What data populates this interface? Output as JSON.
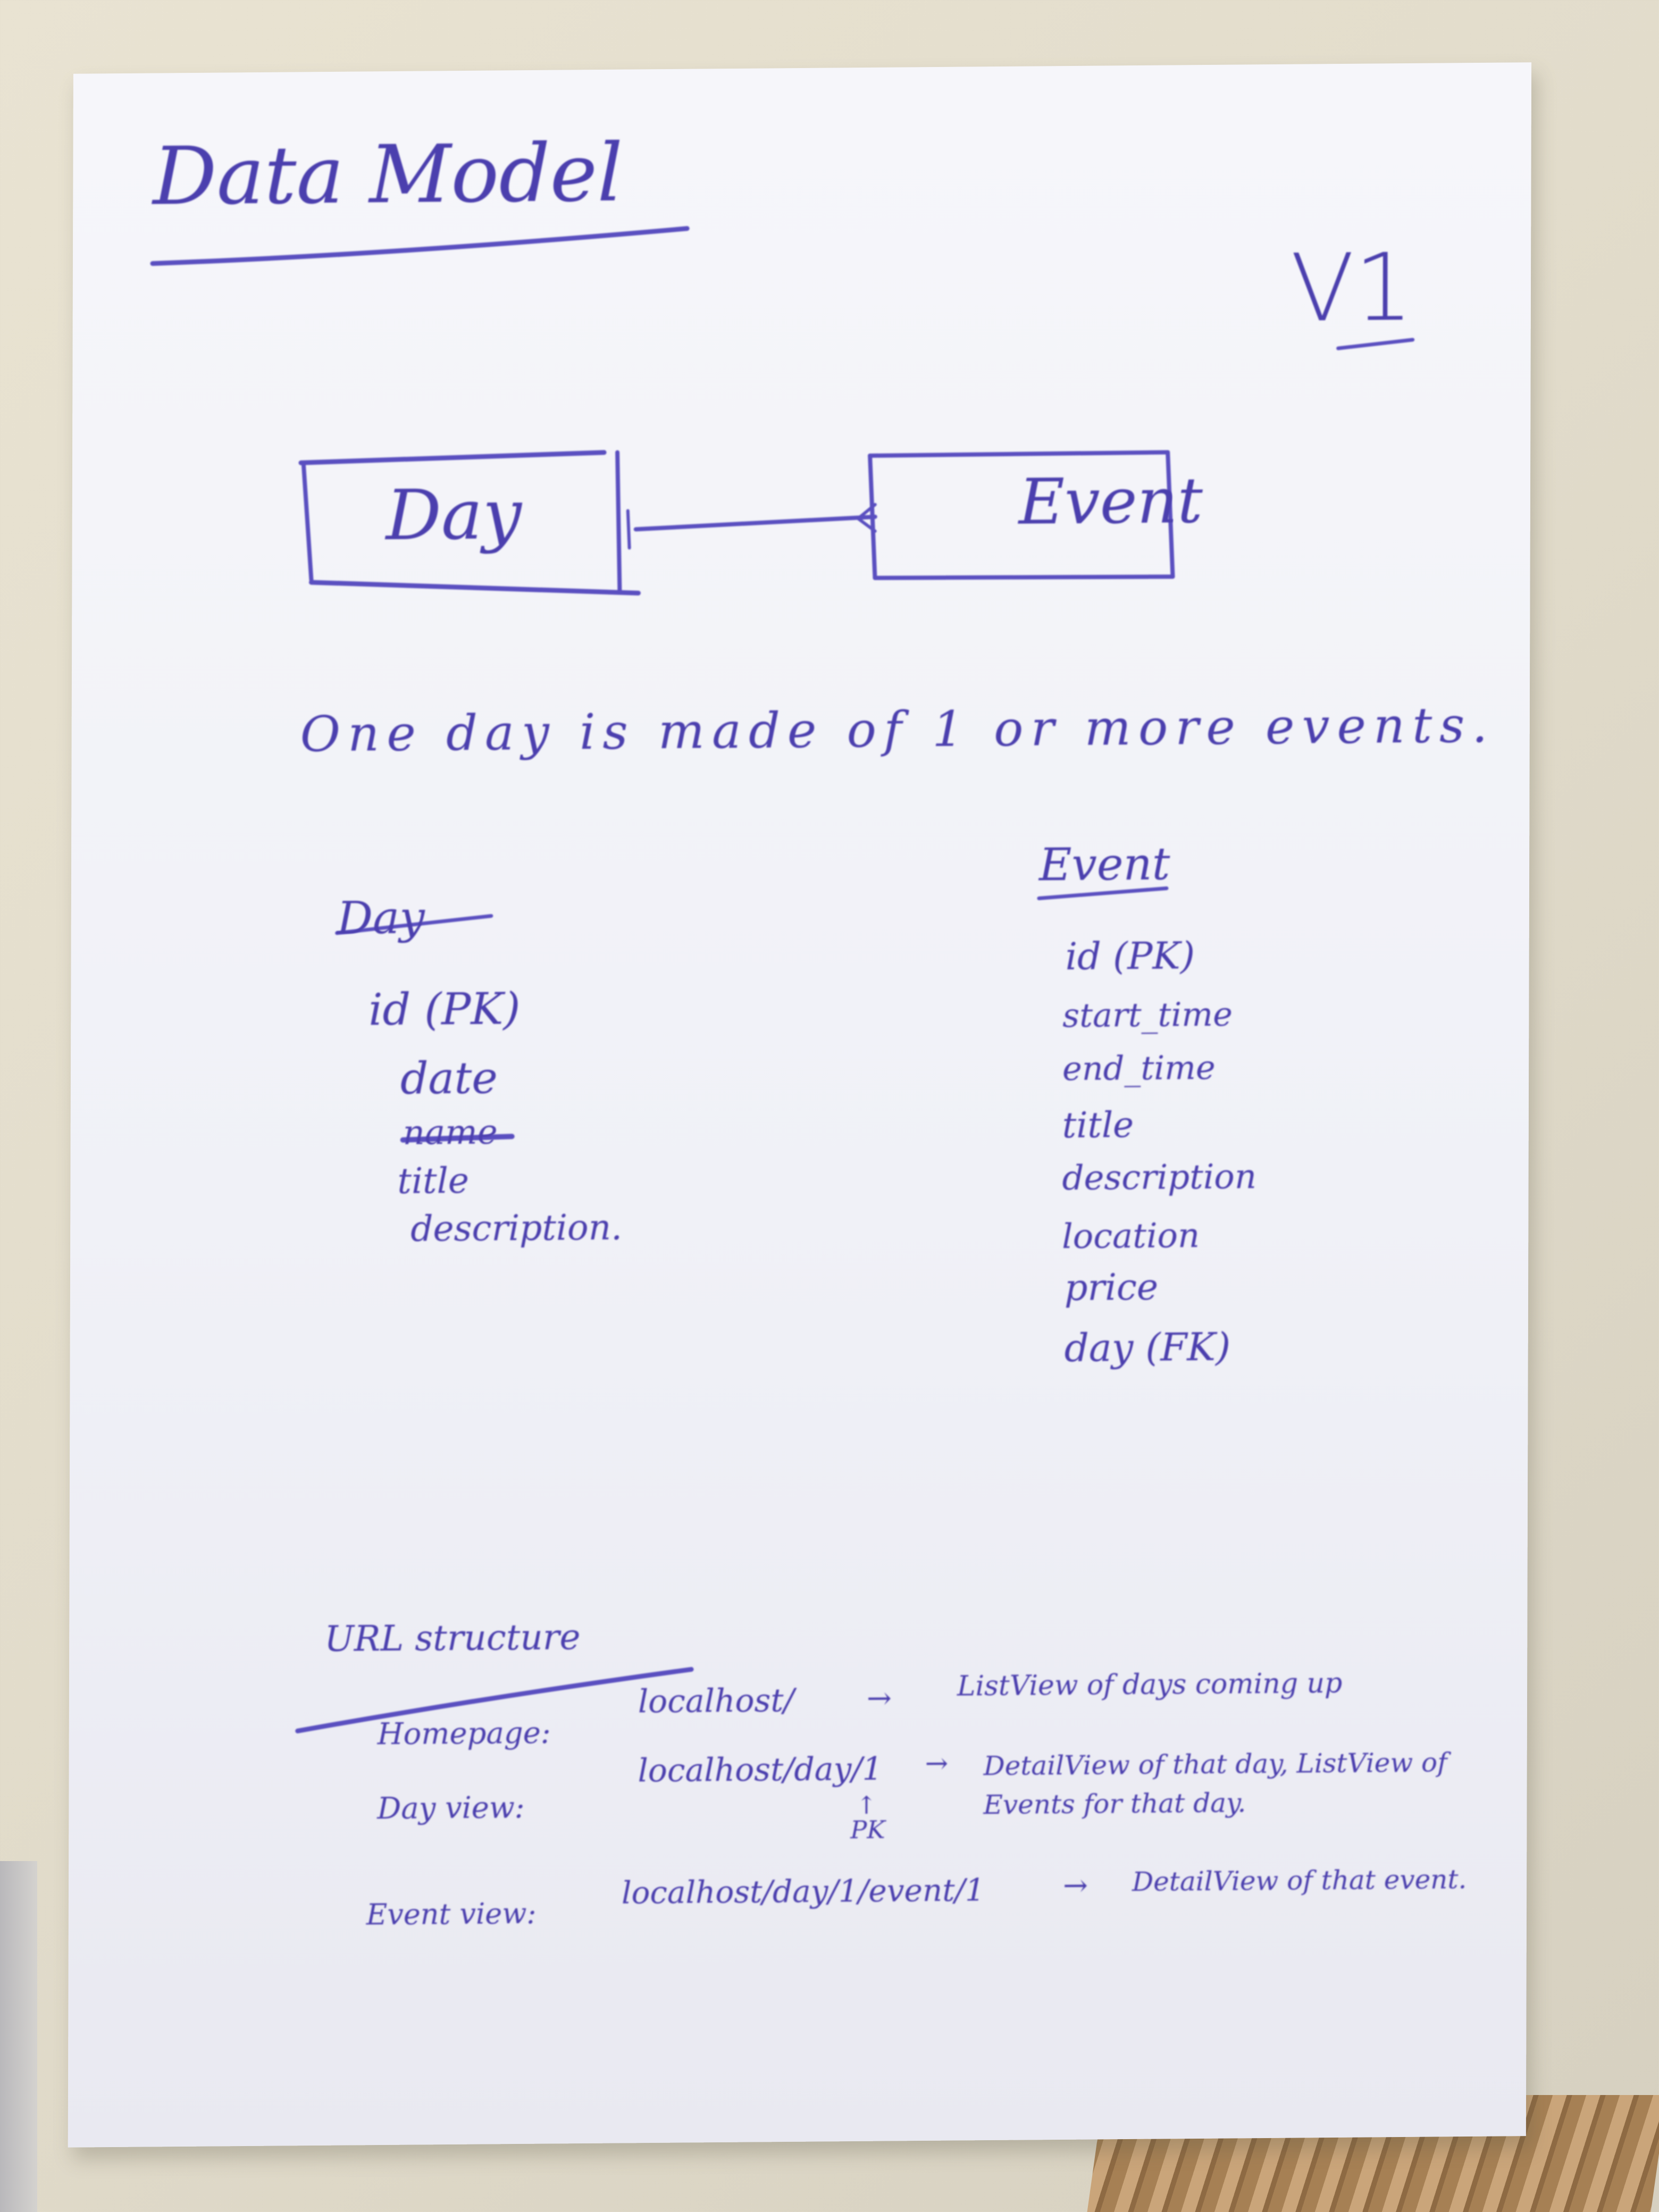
{
  "page": {
    "title": "Data Model",
    "version": "V1"
  },
  "er_diagram": {
    "entity_left": "Day",
    "entity_right": "Event",
    "relationship_note": "One day is made of 1 or more events."
  },
  "day_entity": {
    "heading": "Day",
    "fields": [
      "id (PK)",
      "date",
      "name",
      "title",
      "description."
    ]
  },
  "event_entity": {
    "heading": "Event",
    "fields": [
      "id (PK)",
      "start_time",
      "end_time",
      "title",
      "description",
      "location",
      "price",
      "day (FK)"
    ]
  },
  "url_structure": {
    "heading": "URL structure",
    "rows": [
      {
        "label": "Homepage:",
        "path": "localhost/",
        "arrow": "→",
        "desc": "ListView of days coming up"
      },
      {
        "label": "Day view:",
        "path": "localhost/day/1",
        "arrow": "→",
        "desc": "DetailView of that day, ListView of Events for that day.",
        "pk_note": "↑ PK"
      },
      {
        "label": "Event view:",
        "path": "localhost/day/1/event/1",
        "arrow": "→",
        "desc": "DetailView of that event."
      }
    ]
  },
  "colors": {
    "ink": "#4b3fae",
    "paper": "#f3f3f8",
    "wall": "#e6e0cf"
  }
}
